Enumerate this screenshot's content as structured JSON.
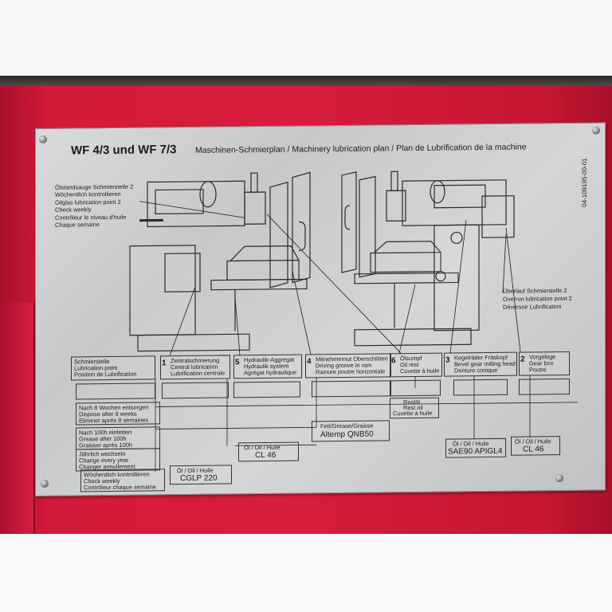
{
  "plate": {
    "title": "WF 4/3 und WF 7/3",
    "subtitle": "Maschinen-Schmierplan / Machinery lubrication plan / Plan de Lubrification de la machine",
    "code": "04-109195-00-01",
    "left_callout": [
      "Ölstandsauge Schmierstelle 2",
      "Wöchentlich kontrollieren",
      "Oilglas lubrication point 2",
      "Check weekly",
      "Contrôleur le niveau d'huile",
      "Chaque semaine"
    ],
    "right_callout": [
      "Überlauf Schmierstelle 2",
      "Overrun lubrication point 2",
      "Déversoir Lubrification"
    ],
    "point_header": [
      "Schmierstelle",
      "Lubrication point",
      "Position de Lubrification"
    ],
    "points": [
      {
        "num": "1",
        "lines": [
          "Zentralschmierung",
          "Central lubrication",
          "Lubrification centrale"
        ]
      },
      {
        "num": "5",
        "lines": [
          "Hydraulik-Aggregat",
          "Hydraulik system",
          "Agrégat hydraulique"
        ]
      },
      {
        "num": "4",
        "lines": [
          "Mitnehmernut Oberschlitten",
          "Driving groove in ram",
          "Rainure poutre horizontale"
        ]
      },
      {
        "num": "6",
        "lines": [
          "Ölsumpf",
          "Oil rest",
          "Cuvette à huile"
        ]
      },
      {
        "num": "3",
        "lines": [
          "Kegelräder Fräskopf",
          "Bevel gear milling head",
          "Denture conique"
        ]
      },
      {
        "num": "2",
        "lines": [
          "Vorgelege",
          "Gear box",
          "Poutre"
        ]
      }
    ],
    "intervals": [
      [
        "Nach 8 Wochen entsorgen",
        "Dispose after 8 weeks",
        "Eliminer après 8 semaines"
      ],
      [
        "Nach 100h einfetten",
        "Grease after 100h",
        "Graisser après 100h"
      ],
      [
        "Jährlich wechseln",
        "Change every year",
        "Changer annullement"
      ],
      [
        "Wöchentlich kontrollieren",
        "Check weekly",
        "Contrôleur chaque semaine"
      ]
    ],
    "restol": [
      "Restöl",
      "Rest oil",
      "Cuvette à huile"
    ],
    "grease": {
      "label": "Fett/Grease/Graisse",
      "value": "Altemp QNB50"
    },
    "oil_cl46_a": {
      "label": "Öl / Oil / Huile",
      "value": "CL 46"
    },
    "oil_cglp": {
      "label": "Öl / Oil / Huile",
      "value": "CGLP 220"
    },
    "oil_sae": {
      "label": "Öl / Oil / Huile",
      "value": "SAE90 APIGL4"
    },
    "oil_cl46_b": {
      "label": "Öl / Oil / Huile",
      "value": "CL 46"
    }
  }
}
